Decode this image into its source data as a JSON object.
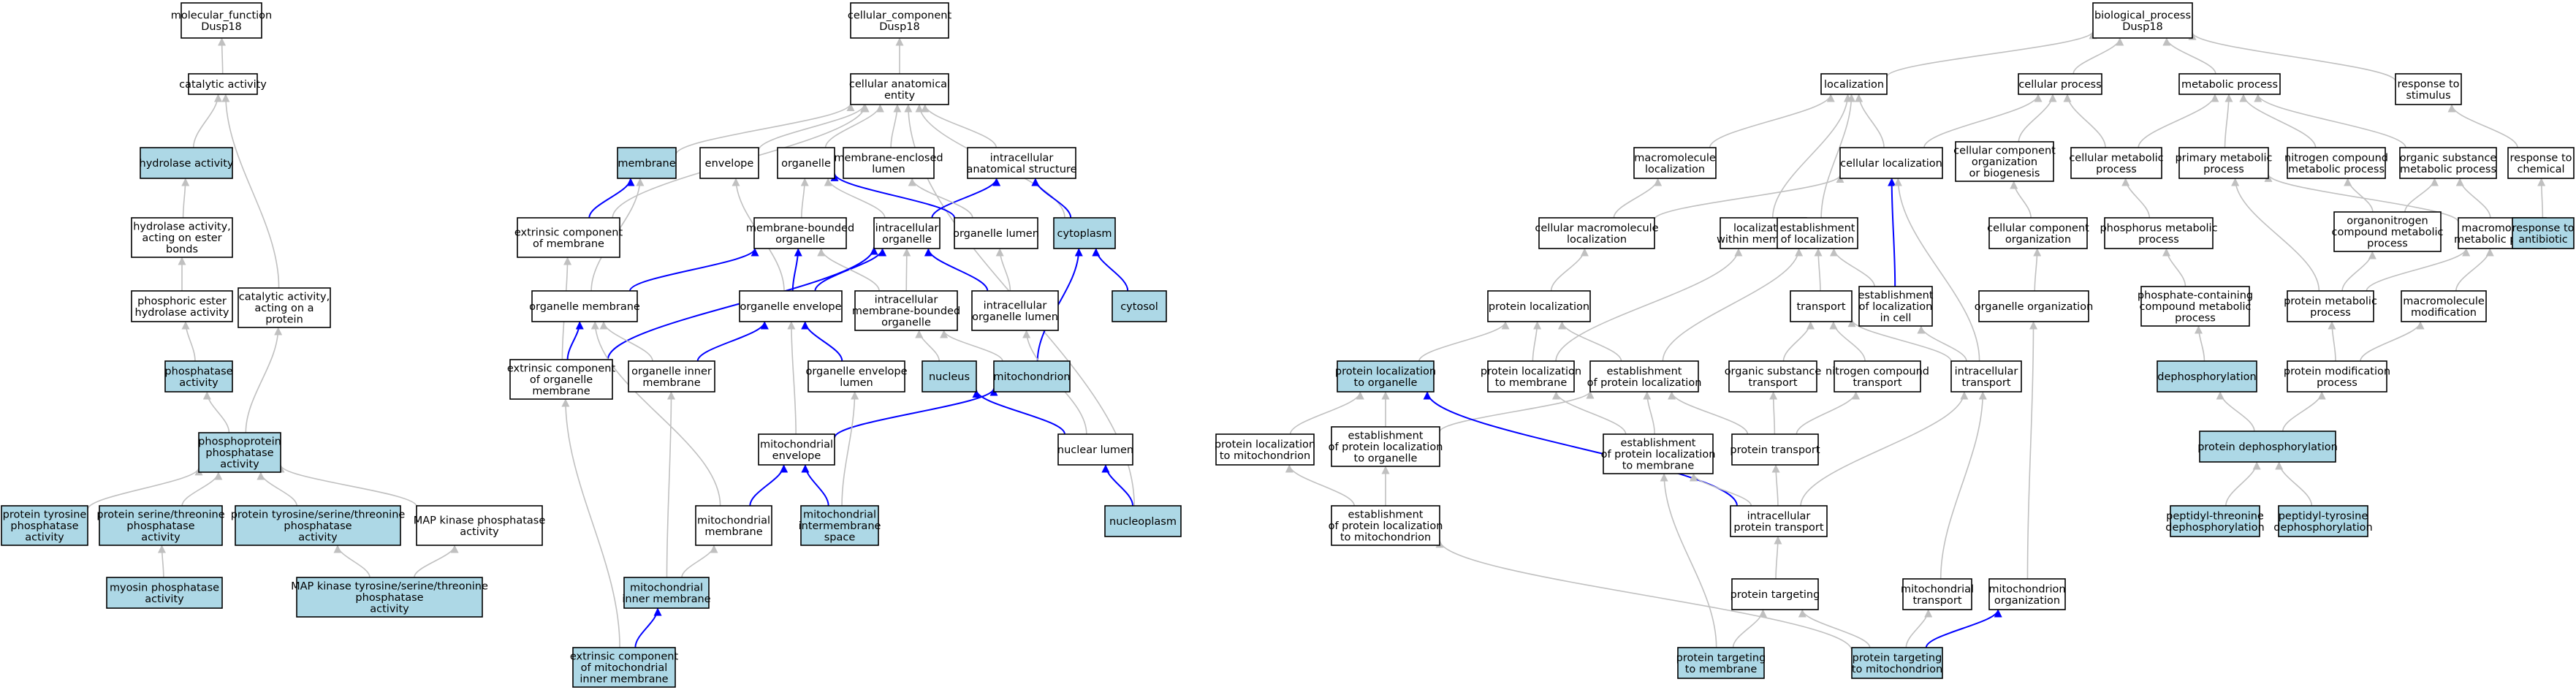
{
  "colors": {
    "plain": "#ffffff",
    "highlight": "#add8e6",
    "edge_gray": "#c0c0c0",
    "edge_blue": "#0000ff"
  },
  "nodes": [
    {
      "id": "mf",
      "lines": [
        "molecular_function",
        "Dusp18"
      ],
      "hl": false
    },
    {
      "id": "cat",
      "lines": [
        "catalytic activity"
      ],
      "hl": false
    },
    {
      "id": "hyd",
      "lines": [
        "hydrolase activity"
      ],
      "hl": true
    },
    {
      "id": "hydester",
      "lines": [
        "hydrolase activity,",
        "acting on ester",
        "bonds"
      ],
      "hl": false
    },
    {
      "id": "phosester",
      "lines": [
        "phosphoric ester",
        "hydrolase activity"
      ],
      "hl": false
    },
    {
      "id": "catprot",
      "lines": [
        "catalytic activity,",
        "acting on a",
        "protein"
      ],
      "hl": false
    },
    {
      "id": "phosphatase",
      "lines": [
        "phosphatase",
        "activity"
      ],
      "hl": true
    },
    {
      "id": "ppa",
      "lines": [
        "phosphoprotein",
        "phosphatase",
        "activity"
      ],
      "hl": true
    },
    {
      "id": "ptp",
      "lines": [
        "protein tyrosine",
        "phosphatase",
        "activity"
      ],
      "hl": true
    },
    {
      "id": "pst",
      "lines": [
        "protein serine/threonine",
        "phosphatase",
        "activity"
      ],
      "hl": true
    },
    {
      "id": "ptst",
      "lines": [
        "protein tyrosine/serine/threonine",
        "phosphatase",
        "activity"
      ],
      "hl": true
    },
    {
      "id": "mapk",
      "lines": [
        "MAP kinase phosphatase",
        "activity"
      ],
      "hl": false
    },
    {
      "id": "myosin",
      "lines": [
        "myosin phosphatase",
        "activity"
      ],
      "hl": true
    },
    {
      "id": "mapktst",
      "lines": [
        "MAP kinase tyrosine/serine/threonine",
        "phosphatase",
        "activity"
      ],
      "hl": true
    },
    {
      "id": "cc",
      "lines": [
        "cellular_component",
        "Dusp18"
      ],
      "hl": false
    },
    {
      "id": "cae",
      "lines": [
        "cellular anatomical",
        "entity"
      ],
      "hl": false
    },
    {
      "id": "membrane",
      "lines": [
        "membrane"
      ],
      "hl": true
    },
    {
      "id": "envelope",
      "lines": [
        "envelope"
      ],
      "hl": false
    },
    {
      "id": "organelle",
      "lines": [
        "organelle"
      ],
      "hl": false
    },
    {
      "id": "mel",
      "lines": [
        "membrane-enclosed",
        "lumen"
      ],
      "hl": false
    },
    {
      "id": "ias",
      "lines": [
        "intracellular",
        "anatomical structure"
      ],
      "hl": false
    },
    {
      "id": "extcomp",
      "lines": [
        "extrinsic component",
        "of membrane"
      ],
      "hl": false
    },
    {
      "id": "mbo",
      "lines": [
        "membrane-bounded",
        "organelle"
      ],
      "hl": false
    },
    {
      "id": "io",
      "lines": [
        "intracellular",
        "organelle"
      ],
      "hl": false
    },
    {
      "id": "olumen",
      "lines": [
        "organelle lumen"
      ],
      "hl": false
    },
    {
      "id": "cytoplasm",
      "lines": [
        "cytoplasm"
      ],
      "hl": true
    },
    {
      "id": "omem",
      "lines": [
        "organelle membrane"
      ],
      "hl": false
    },
    {
      "id": "oenv",
      "lines": [
        "organelle envelope"
      ],
      "hl": false
    },
    {
      "id": "imbo",
      "lines": [
        "intracellular",
        "membrane-bounded",
        "organelle"
      ],
      "hl": false
    },
    {
      "id": "iol",
      "lines": [
        "intracellular",
        "organelle lumen"
      ],
      "hl": false
    },
    {
      "id": "cytosol",
      "lines": [
        "cytosol"
      ],
      "hl": true
    },
    {
      "id": "ecom",
      "lines": [
        "extrinsic component",
        "of organelle",
        "membrane"
      ],
      "hl": false
    },
    {
      "id": "oim",
      "lines": [
        "organelle inner",
        "membrane"
      ],
      "hl": false
    },
    {
      "id": "oel",
      "lines": [
        "organelle envelope",
        "lumen"
      ],
      "hl": false
    },
    {
      "id": "nucleus",
      "lines": [
        "nucleus"
      ],
      "hl": true
    },
    {
      "id": "mito",
      "lines": [
        "mitochondrion"
      ],
      "hl": true
    },
    {
      "id": "menv",
      "lines": [
        "mitochondrial",
        "envelope"
      ],
      "hl": false
    },
    {
      "id": "nlumen",
      "lines": [
        "nuclear lumen"
      ],
      "hl": false
    },
    {
      "id": "mmem",
      "lines": [
        "mitochondrial",
        "membrane"
      ],
      "hl": false
    },
    {
      "id": "mims",
      "lines": [
        "mitochondrial",
        "intermembrane",
        "space"
      ],
      "hl": true
    },
    {
      "id": "nucleoplasm",
      "lines": [
        "nucleoplasm"
      ],
      "hl": true
    },
    {
      "id": "mim",
      "lines": [
        "mitochondrial",
        "inner membrane"
      ],
      "hl": true
    },
    {
      "id": "ecmim",
      "lines": [
        "extrinsic component",
        "of mitochondrial",
        "inner membrane"
      ],
      "hl": true
    },
    {
      "id": "bp",
      "lines": [
        "biological_process",
        "Dusp18"
      ],
      "hl": false
    },
    {
      "id": "loc",
      "lines": [
        "localization"
      ],
      "hl": false
    },
    {
      "id": "cp",
      "lines": [
        "cellular process"
      ],
      "hl": false
    },
    {
      "id": "mp",
      "lines": [
        "metabolic process"
      ],
      "hl": false
    },
    {
      "id": "rts",
      "lines": [
        "response to",
        "stimulus"
      ],
      "hl": false
    },
    {
      "id": "macloc",
      "lines": [
        "macromolecule",
        "localization"
      ],
      "hl": false
    },
    {
      "id": "cellloc",
      "lines": [
        "cellular localization"
      ],
      "hl": false
    },
    {
      "id": "ccob",
      "lines": [
        "cellular component",
        "organization",
        "or biogenesis"
      ],
      "hl": false
    },
    {
      "id": "cmp",
      "lines": [
        "cellular metabolic",
        "process"
      ],
      "hl": false
    },
    {
      "id": "pmp",
      "lines": [
        "primary metabolic",
        "process"
      ],
      "hl": false
    },
    {
      "id": "ncmp",
      "lines": [
        "nitrogen compound",
        "metabolic process"
      ],
      "hl": false
    },
    {
      "id": "osmp",
      "lines": [
        "organic substance",
        "metabolic process"
      ],
      "hl": false
    },
    {
      "id": "rtc",
      "lines": [
        "response to",
        "chemical"
      ],
      "hl": false
    },
    {
      "id": "cml",
      "lines": [
        "cellular macromolecule",
        "localization"
      ],
      "hl": false
    },
    {
      "id": "lwm",
      "lines": [
        "localization",
        "within membrane"
      ],
      "hl": false
    },
    {
      "id": "eol",
      "lines": [
        "establishment",
        "of localization"
      ],
      "hl": false
    },
    {
      "id": "cco",
      "lines": [
        "cellular component",
        "organization"
      ],
      "hl": false
    },
    {
      "id": "phmp",
      "lines": [
        "phosphorus metabolic",
        "process"
      ],
      "hl": false
    },
    {
      "id": "oncmp",
      "lines": [
        "organonitrogen",
        "compound metabolic",
        "process"
      ],
      "hl": false
    },
    {
      "id": "mmp",
      "lines": [
        "macromolecule",
        "metabolic process"
      ],
      "hl": false
    },
    {
      "id": "rta",
      "lines": [
        "response to",
        "antibiotic"
      ],
      "hl": true
    },
    {
      "id": "protloc",
      "lines": [
        "protein localization"
      ],
      "hl": false
    },
    {
      "id": "transport",
      "lines": [
        "transport"
      ],
      "hl": false
    },
    {
      "id": "eolic",
      "lines": [
        "establishment",
        "of localization",
        "in cell"
      ],
      "hl": false
    },
    {
      "id": "oo",
      "lines": [
        "organelle organization"
      ],
      "hl": false
    },
    {
      "id": "pccmp",
      "lines": [
        "phosphate-containing",
        "compound metabolic",
        "process"
      ],
      "hl": false
    },
    {
      "id": "protmp",
      "lines": [
        "protein metabolic",
        "process"
      ],
      "hl": false
    },
    {
      "id": "macmod",
      "lines": [
        "macromolecule",
        "modification"
      ],
      "hl": false
    },
    {
      "id": "pltoo",
      "lines": [
        "protein localization",
        "to organelle"
      ],
      "hl": true
    },
    {
      "id": "pltm",
      "lines": [
        "protein localization",
        "to membrane"
      ],
      "hl": false
    },
    {
      "id": "eopl",
      "lines": [
        "establishment",
        "of protein localization"
      ],
      "hl": false
    },
    {
      "id": "ost",
      "lines": [
        "organic substance",
        "transport"
      ],
      "hl": false
    },
    {
      "id": "nct",
      "lines": [
        "nitrogen compound",
        "transport"
      ],
      "hl": false
    },
    {
      "id": "it",
      "lines": [
        "intracellular",
        "transport"
      ],
      "hl": false
    },
    {
      "id": "dephos",
      "lines": [
        "dephosphorylation"
      ],
      "hl": true
    },
    {
      "id": "pmodp",
      "lines": [
        "protein modification",
        "process"
      ],
      "hl": false
    },
    {
      "id": "pltmito",
      "lines": [
        "protein localization",
        "to mitochondrion"
      ],
      "hl": false
    },
    {
      "id": "eoplo",
      "lines": [
        "establishment",
        "of protein localization",
        "to organelle"
      ],
      "hl": false
    },
    {
      "id": "eoplm",
      "lines": [
        "establishment",
        "of protein localization",
        "to membrane"
      ],
      "hl": false
    },
    {
      "id": "pt",
      "lines": [
        "protein transport"
      ],
      "hl": false
    },
    {
      "id": "pdephos",
      "lines": [
        "protein dephosphorylation"
      ],
      "hl": true
    },
    {
      "id": "eoplmito",
      "lines": [
        "establishment",
        "of protein localization",
        "to mitochondrion"
      ],
      "hl": false
    },
    {
      "id": "ipt",
      "lines": [
        "intracellular",
        "protein transport"
      ],
      "hl": false
    },
    {
      "id": "ptd",
      "lines": [
        "peptidyl-threonine",
        "dephosphorylation"
      ],
      "hl": true
    },
    {
      "id": "pyd",
      "lines": [
        "peptidyl-tyrosine",
        "dephosphorylation"
      ],
      "hl": true
    },
    {
      "id": "ptarg",
      "lines": [
        "protein targeting"
      ],
      "hl": false
    },
    {
      "id": "mt",
      "lines": [
        "mitochondrial",
        "transport"
      ],
      "hl": false
    },
    {
      "id": "mo",
      "lines": [
        "mitochondrion",
        "organization"
      ],
      "hl": false
    },
    {
      "id": "pttm",
      "lines": [
        "protein targeting",
        "to membrane"
      ],
      "hl": true
    },
    {
      "id": "pttmito",
      "lines": [
        "protein targeting",
        "to mitochondrion"
      ],
      "hl": true
    }
  ],
  "edges": [
    [
      "cat",
      "mf",
      0
    ],
    [
      "hyd",
      "cat",
      0
    ],
    [
      "hydester",
      "hyd",
      0
    ],
    [
      "phosester",
      "hydester",
      0
    ],
    [
      "phosphatase",
      "phosester",
      0
    ],
    [
      "catprot",
      "cat",
      0
    ],
    [
      "ppa",
      "phosphatase",
      0
    ],
    [
      "ppa",
      "catprot",
      0
    ],
    [
      "ptp",
      "ppa",
      0
    ],
    [
      "pst",
      "ppa",
      0
    ],
    [
      "ptst",
      "ppa",
      0
    ],
    [
      "mapk",
      "ppa",
      0
    ],
    [
      "myosin",
      "pst",
      0
    ],
    [
      "mapktst",
      "ptst",
      0
    ],
    [
      "mapktst",
      "mapk",
      0
    ],
    [
      "cae",
      "cc",
      0
    ],
    [
      "membrane",
      "cae",
      0
    ],
    [
      "envelope",
      "cae",
      0
    ],
    [
      "organelle",
      "cae",
      0
    ],
    [
      "mel",
      "cae",
      0
    ],
    [
      "ias",
      "cae",
      0
    ],
    [
      "extcomp",
      "cae",
      0
    ],
    [
      "cytoplasm",
      "cae",
      0
    ],
    [
      "nucleoplasm",
      "cae",
      0
    ],
    [
      "extcomp",
      "membrane",
      1
    ],
    [
      "mbo",
      "organelle",
      0
    ],
    [
      "io",
      "organelle",
      0
    ],
    [
      "io",
      "ias",
      1
    ],
    [
      "olumen",
      "mel",
      0
    ],
    [
      "olumen",
      "organelle",
      1
    ],
    [
      "cytoplasm",
      "ias",
      1
    ],
    [
      "omem",
      "membrane",
      0
    ],
    [
      "omem",
      "mbo",
      1
    ],
    [
      "oenv",
      "envelope",
      0
    ],
    [
      "oenv",
      "mbo",
      1
    ],
    [
      "oenv",
      "io",
      1
    ],
    [
      "imbo",
      "mbo",
      0
    ],
    [
      "imbo",
      "io",
      0
    ],
    [
      "iol",
      "olumen",
      0
    ],
    [
      "iol",
      "io",
      1
    ],
    [
      "cytosol",
      "cytoplasm",
      1
    ],
    [
      "ecom",
      "extcomp",
      0
    ],
    [
      "ecom",
      "omem",
      1
    ],
    [
      "ecom",
      "io",
      1
    ],
    [
      "oim",
      "omem",
      0
    ],
    [
      "oim",
      "oenv",
      1
    ],
    [
      "oel",
      "oenv",
      1
    ],
    [
      "nucleus",
      "imbo",
      0
    ],
    [
      "mito",
      "imbo",
      0
    ],
    [
      "mito",
      "cytoplasm",
      1
    ],
    [
      "menv",
      "oenv",
      0
    ],
    [
      "menv",
      "mito",
      1
    ],
    [
      "nlumen",
      "iol",
      0
    ],
    [
      "nlumen",
      "nucleus",
      1
    ],
    [
      "mmem",
      "omem",
      0
    ],
    [
      "mmem",
      "menv",
      1
    ],
    [
      "mims",
      "oel",
      0
    ],
    [
      "mims",
      "menv",
      1
    ],
    [
      "nucleoplasm",
      "nlumen",
      1
    ],
    [
      "mim",
      "oim",
      0
    ],
    [
      "mim",
      "mmem",
      0
    ],
    [
      "ecmim",
      "mim",
      1
    ],
    [
      "ecmim",
      "ecom",
      0
    ],
    [
      "loc",
      "bp",
      0
    ],
    [
      "cp",
      "bp",
      0
    ],
    [
      "mp",
      "bp",
      0
    ],
    [
      "rts",
      "bp",
      0
    ],
    [
      "macloc",
      "loc",
      0
    ],
    [
      "cellloc",
      "loc",
      0
    ],
    [
      "cellloc",
      "cp",
      0
    ],
    [
      "ccob",
      "cp",
      0
    ],
    [
      "cmp",
      "cp",
      0
    ],
    [
      "cmp",
      "mp",
      0
    ],
    [
      "pmp",
      "mp",
      0
    ],
    [
      "ncmp",
      "mp",
      0
    ],
    [
      "osmp",
      "mp",
      0
    ],
    [
      "rtc",
      "rts",
      0
    ],
    [
      "cml",
      "macloc",
      0
    ],
    [
      "cml",
      "cellloc",
      0
    ],
    [
      "lwm",
      "loc",
      0
    ],
    [
      "eol",
      "loc",
      0
    ],
    [
      "cco",
      "ccob",
      0
    ],
    [
      "phmp",
      "cmp",
      0
    ],
    [
      "oncmp",
      "ncmp",
      0
    ],
    [
      "oncmp",
      "osmp",
      0
    ],
    [
      "mmp",
      "pmp",
      0
    ],
    [
      "mmp",
      "osmp",
      0
    ],
    [
      "rta",
      "rtc",
      0
    ],
    [
      "protloc",
      "cml",
      0
    ],
    [
      "transport",
      "eol",
      0
    ],
    [
      "eolic",
      "eol",
      0
    ],
    [
      "eolic",
      "cellloc",
      1
    ],
    [
      "oo",
      "cco",
      0
    ],
    [
      "pccmp",
      "phmp",
      0
    ],
    [
      "protmp",
      "pmp",
      0
    ],
    [
      "protmp",
      "oncmp",
      0
    ],
    [
      "protmp",
      "mmp",
      0
    ],
    [
      "macmod",
      "mmp",
      0
    ],
    [
      "pltoo",
      "protloc",
      0
    ],
    [
      "pltm",
      "protloc",
      0
    ],
    [
      "pltm",
      "lwm",
      0
    ],
    [
      "eopl",
      "protloc",
      0
    ],
    [
      "eopl",
      "eol",
      0
    ],
    [
      "ost",
      "transport",
      0
    ],
    [
      "nct",
      "transport",
      0
    ],
    [
      "it",
      "transport",
      0
    ],
    [
      "it",
      "eolic",
      0
    ],
    [
      "it",
      "cellloc",
      0
    ],
    [
      "dephos",
      "pccmp",
      0
    ],
    [
      "pmodp",
      "protmp",
      0
    ],
    [
      "pmodp",
      "macmod",
      0
    ],
    [
      "pltmito",
      "pltoo",
      0
    ],
    [
      "eoplo",
      "pltoo",
      0
    ],
    [
      "eoplo",
      "eopl",
      0
    ],
    [
      "eoplm",
      "pltm",
      0
    ],
    [
      "eoplm",
      "eopl",
      0
    ],
    [
      "pt",
      "ost",
      0
    ],
    [
      "pt",
      "nct",
      0
    ],
    [
      "pt",
      "eopl",
      0
    ],
    [
      "pdephos",
      "dephos",
      0
    ],
    [
      "pdephos",
      "pmodp",
      0
    ],
    [
      "eoplmito",
      "pltmito",
      0
    ],
    [
      "eoplmito",
      "eoplo",
      0
    ],
    [
      "ipt",
      "pt",
      0
    ],
    [
      "ipt",
      "it",
      0
    ],
    [
      "ipt",
      "pltoo",
      1
    ],
    [
      "ipt",
      "eoplm",
      0
    ],
    [
      "ptd",
      "pdephos",
      0
    ],
    [
      "pyd",
      "pdephos",
      0
    ],
    [
      "ptarg",
      "ipt",
      0
    ],
    [
      "mt",
      "it",
      0
    ],
    [
      "mo",
      "oo",
      0
    ],
    [
      "pttm",
      "ptarg",
      0
    ],
    [
      "pttm",
      "eoplm",
      0
    ],
    [
      "pttmito",
      "ptarg",
      0
    ],
    [
      "pttmito",
      "mt",
      0
    ],
    [
      "pttmito",
      "eoplmito",
      0
    ],
    [
      "pttmito",
      "mo",
      1
    ]
  ]
}
